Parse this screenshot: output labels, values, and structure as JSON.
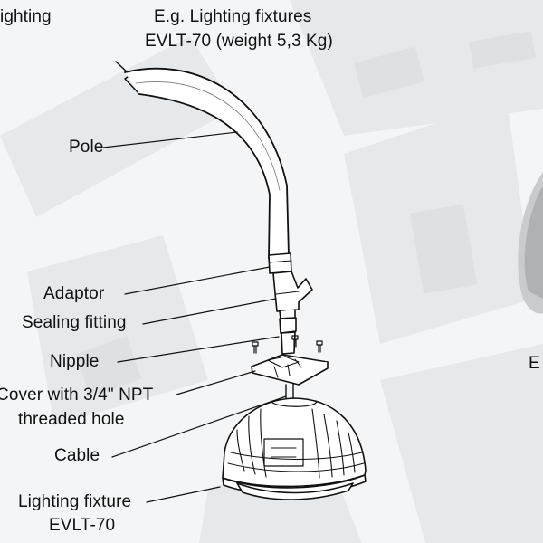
{
  "header": {
    "left_fragment": "ighting",
    "example_title_line1": "E.g. Lighting fixtures",
    "example_title_line2": "EVLT-70 (weight 5,3 Kg)"
  },
  "labels": {
    "pole": "Pole",
    "adaptor": "Adaptor",
    "sealing_fitting": "Sealing fitting",
    "nipple": "Nipple",
    "cover_line1": "Cover with 3/4\" NPT",
    "cover_line2": "threaded hole",
    "cable": "Cable",
    "fixture_line1": "Lighting fixture",
    "fixture_line2": "EVLT-70"
  },
  "right_fragment": "E",
  "colors": {
    "ink": "#111111",
    "background": "#f4f5f6",
    "faint": "#e3e6e8"
  }
}
